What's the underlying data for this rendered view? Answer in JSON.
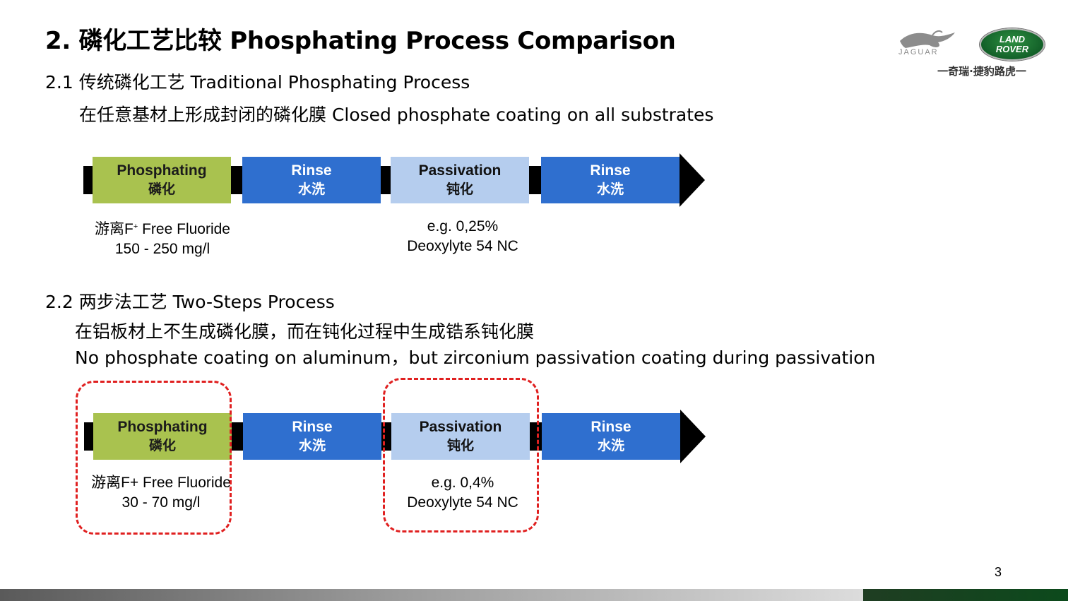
{
  "title": "2. 磷化工艺比较 Phosphating Process Comparison",
  "logo": {
    "jaguar_word": "JAGUAR",
    "landrover_line1": "LAND",
    "landrover_line2": "ROVER",
    "brand_cn": "一奇瑞·捷豹路虎一"
  },
  "section1": {
    "heading": "2.1 传统磷化工艺 Traditional Phosphating Process",
    "subtitle": "在任意基材上形成封闭的磷化膜 Closed phosphate coating on all substrates",
    "steps": [
      {
        "en": "Phosphating",
        "cn": "磷化"
      },
      {
        "en": "Rinse",
        "cn": "水洗"
      },
      {
        "en": "Passivation",
        "cn": "钝化"
      },
      {
        "en": "Rinse",
        "cn": "水洗"
      }
    ],
    "note_left_cn": "游离F",
    "note_left_sup": "+",
    "note_left_en": " Free Fluoride",
    "note_left_line2": "150 - 250 mg/l",
    "note_mid_line1": "e.g. 0,25%",
    "note_mid_line2": "Deoxylyte 54 NC"
  },
  "section2": {
    "heading": "2.2 两步法工艺 Two-Steps Process",
    "subtitle_cn": "在铝板材上不生成磷化膜，而在钝化过程中生成锆系钝化膜",
    "subtitle_en": "No phosphate coating on aluminum，but zirconium passivation coating during passivation",
    "steps": [
      {
        "en": "Phosphating",
        "cn": "磷化"
      },
      {
        "en": "Rinse",
        "cn": "水洗"
      },
      {
        "en": "Passivation",
        "cn": "钝化"
      },
      {
        "en": "Rinse",
        "cn": "水洗"
      }
    ],
    "note_left_line1": "游离F+ Free Fluoride",
    "note_left_line2": "30 - 70 mg/l",
    "note_mid_line1": "e.g. 0,4%",
    "note_mid_line2": "Deoxylyte 54 NC"
  },
  "page_number": "3",
  "colors": {
    "phosphating": "#a9c24f",
    "rinse": "#2f6fcf",
    "passivation": "#b5cdee",
    "highlight": "#e02020"
  }
}
